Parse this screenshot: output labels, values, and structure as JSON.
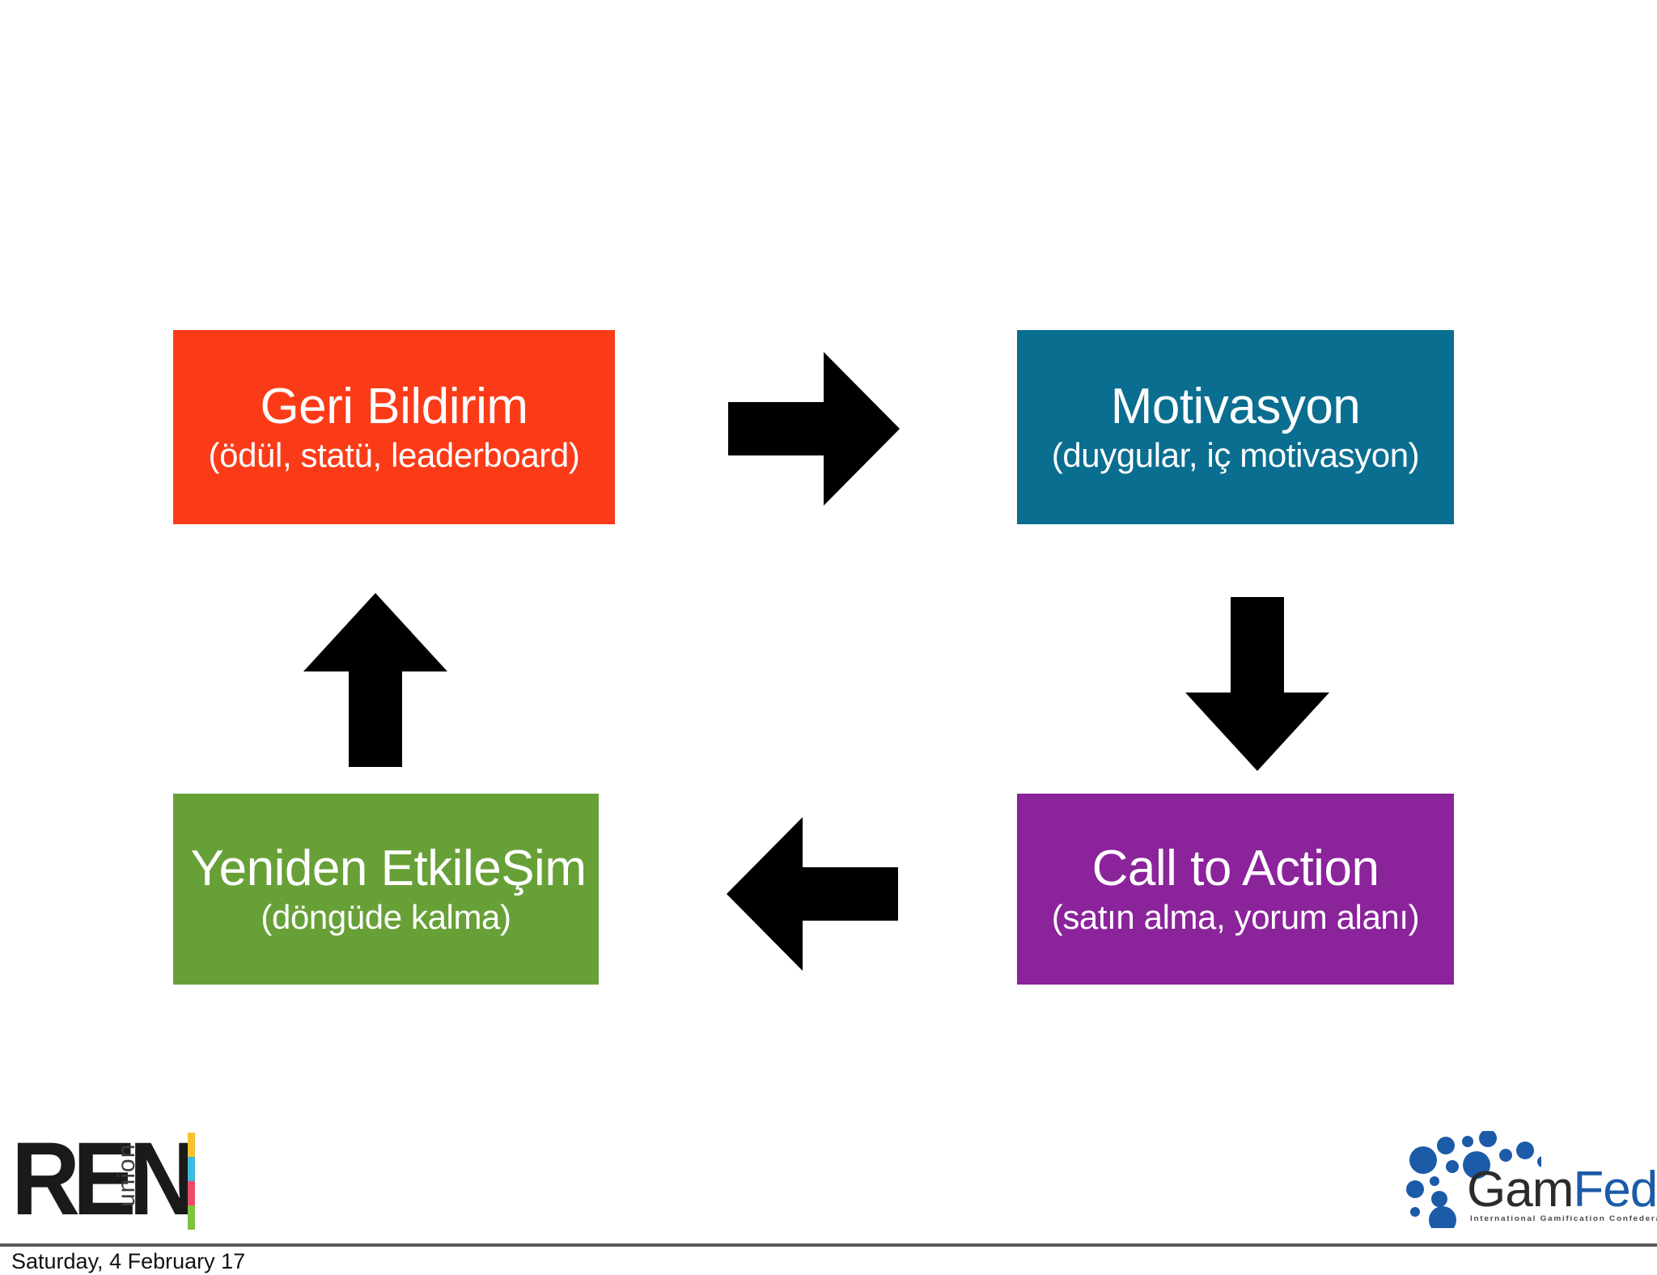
{
  "slide": {
    "background_color": "#ffffff",
    "footer_date": "Saturday, 4 February 17"
  },
  "diagram": {
    "type": "cycle-flow",
    "nodes": [
      {
        "id": "feedback",
        "title": "Geri Bildirim",
        "subtitle": "(ödül, statü, leaderboard)",
        "color": "#FB3B18",
        "text_color": "#ffffff",
        "position": "top-left"
      },
      {
        "id": "motivation",
        "title": "Motivasyon",
        "subtitle": "(duygular, iç motivasyon)",
        "color": "#0A6E90",
        "text_color": "#ffffff",
        "position": "top-right"
      },
      {
        "id": "cta",
        "title": "Call to Action",
        "subtitle": "(satın alma, yorum alanı)",
        "color": "#8B239B",
        "text_color": "#ffffff",
        "position": "bottom-right"
      },
      {
        "id": "reengage",
        "title": "Yeniden EtkileŞim",
        "subtitle": "(döngüde kalma)",
        "color": "#68A038",
        "text_color": "#ffffff",
        "position": "bottom-left"
      }
    ],
    "arrows": [
      {
        "id": "feedback-to-motivation",
        "icon": "arrow-right-icon",
        "direction": "right",
        "color": "#000000"
      },
      {
        "id": "motivation-to-cta",
        "icon": "arrow-down-icon",
        "direction": "down",
        "color": "#000000"
      },
      {
        "id": "cta-to-reengage",
        "icon": "arrow-left-icon",
        "direction": "left",
        "color": "#000000"
      },
      {
        "id": "reengage-to-feedback",
        "icon": "arrow-up-icon",
        "direction": "up",
        "color": "#000000"
      }
    ]
  },
  "logos": {
    "ren": {
      "mark": "REN",
      "sub": "union",
      "bar_colors": [
        "#F4C430",
        "#3EBBE0",
        "#EE4B6A",
        "#7DC242"
      ]
    },
    "gamfed": {
      "name_dark": "Gam",
      "name_blue": "Fed",
      "tagline": "International Gamification Confederation",
      "dark_color": "#2b2b2b",
      "blue_color": "#1B5BA8",
      "dot_color": "#1B5BA8"
    }
  }
}
